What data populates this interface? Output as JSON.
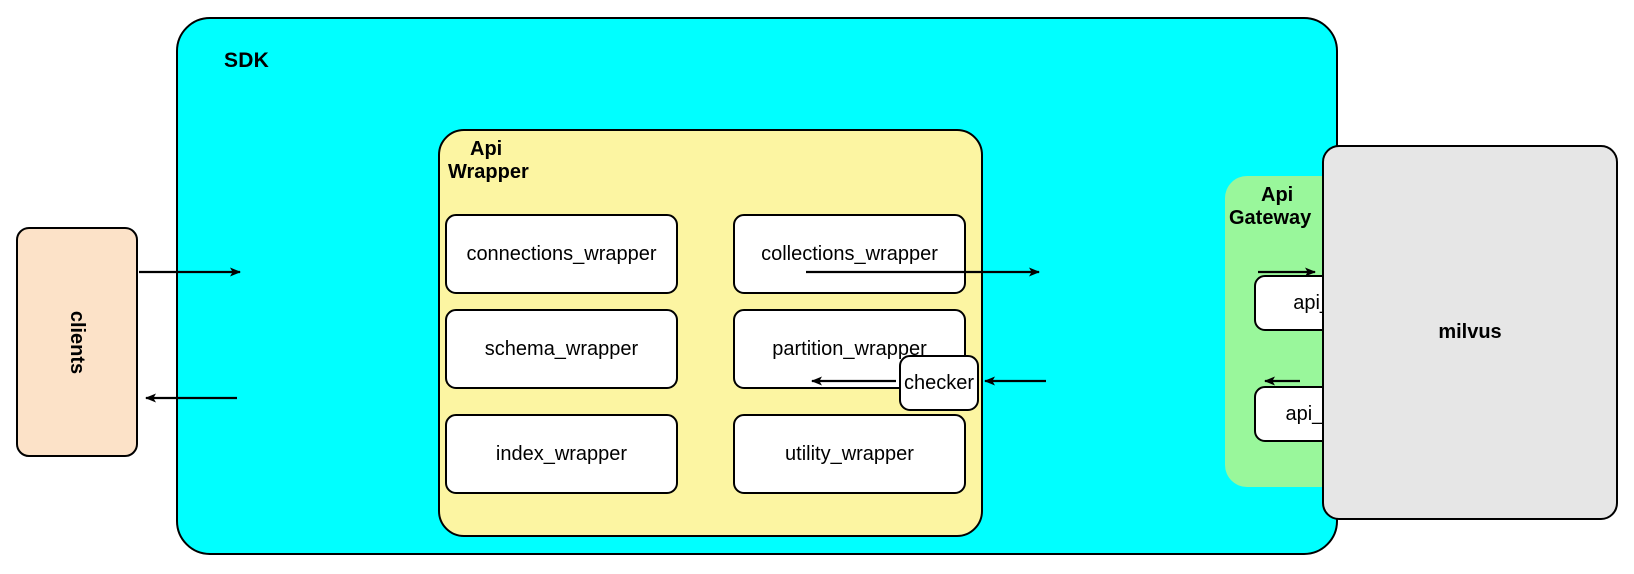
{
  "diagram": {
    "title_nodes": {
      "sdk": "SDK",
      "api_wrapper_line1": "Api",
      "api_wrapper_line2": "Wrapper",
      "api_gateway_line1": "Api",
      "api_gateway_line2": "Gateway"
    },
    "clients": {
      "label": "clients",
      "fill": "#fce2c8"
    },
    "milvus": {
      "label": "milvus",
      "fill": "#e6e6e6"
    },
    "checker": {
      "label": "checker",
      "fill": "#ffffff"
    },
    "sdk": {
      "fill": "#00ffff"
    },
    "api_wrapper": {
      "fill": "#fcf5a2",
      "cards": [
        {
          "label": "connections_wrapper"
        },
        {
          "label": "collections_wrapper"
        },
        {
          "label": "schema_wrapper"
        },
        {
          "label": "partition_wrapper"
        },
        {
          "label": "index_wrapper"
        },
        {
          "label": "utility_wrapper"
        }
      ]
    },
    "api_gateway": {
      "fill": "#99f79b",
      "cards": [
        {
          "label": "api_request"
        },
        {
          "label": "api_response"
        }
      ]
    },
    "edges": [
      {
        "from": "clients",
        "to": "api_wrapper",
        "direction": "right"
      },
      {
        "from": "api_wrapper",
        "to": "api_gateway",
        "direction": "right"
      },
      {
        "from": "api_request",
        "to": "milvus",
        "direction": "right"
      },
      {
        "from": "milvus",
        "to": "api_response",
        "direction": "left"
      },
      {
        "from": "api_response",
        "to": "checker",
        "direction": "left"
      },
      {
        "from": "checker",
        "to": "api_wrapper",
        "direction": "left"
      },
      {
        "from": "api_wrapper",
        "to": "clients",
        "direction": "left"
      }
    ]
  }
}
